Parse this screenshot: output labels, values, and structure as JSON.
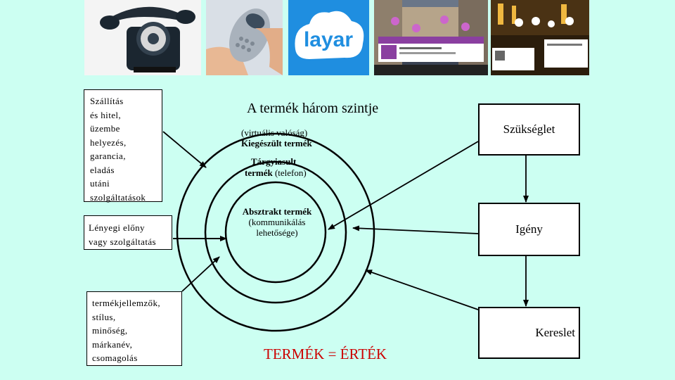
{
  "photos": {
    "layar_logo_text": "layar"
  },
  "left_boxes": {
    "services": [
      "Szállítás",
      "és hitel,",
      "üzembe",
      "helyezés,",
      "garancia,",
      "eladás",
      "utáni",
      "szolgáltatások"
    ],
    "core_benefit": [
      "Lényegi előny",
      "vagy szolgáltatás"
    ],
    "features": [
      "termékjellemzők,",
      "stílus,",
      "minőség,",
      "márkanév,",
      "csomagolás"
    ]
  },
  "diagram": {
    "title": "A termék három szintje",
    "outer_label": [
      "(virtuális valóság)",
      "Kiegészült termék"
    ],
    "middle_label_bold": [
      "Tárgyiasult",
      "termék"
    ],
    "middle_label_rest": "(telefon)",
    "inner_label_bold": "Absztrakt termék",
    "inner_label_rest": [
      "(kommunikálás",
      "lehetősége)"
    ],
    "equation": "TERMÉK = ÉRTÉK",
    "equation_color": "#cc0000"
  },
  "flow": {
    "need": "Szükséglet",
    "want": "Igény",
    "demand": "Kereslet"
  }
}
